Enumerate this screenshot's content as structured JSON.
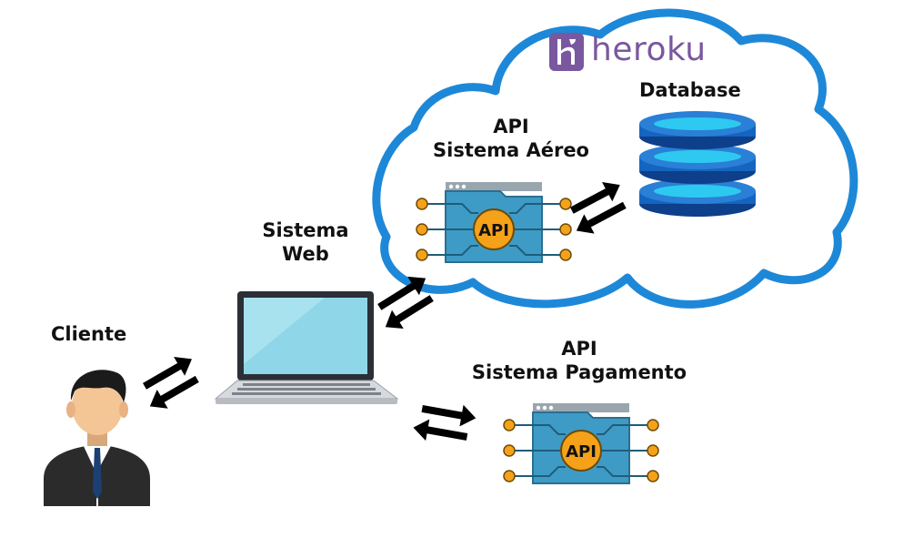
{
  "brand": {
    "name": "heroku",
    "color": "#79589f"
  },
  "labels": {
    "database": "Database",
    "api_aereo_line1": "API",
    "api_aereo_line2": "Sistema Aéreo",
    "sistema_web_line1": "Sistema",
    "sistema_web_line2": "Web",
    "cliente": "Cliente",
    "api_pagamento_line1": "API",
    "api_pagamento_line2": "Sistema Pagamento"
  },
  "api_badge": "API",
  "icons": [
    "heroku-logo-icon",
    "database-icon",
    "api-window-icon",
    "laptop-icon",
    "person-icon",
    "double-arrow-icon"
  ],
  "colors": {
    "cloud_stroke": "#1e88d8",
    "db_blue": "#1565c0",
    "db_cyan": "#2ec9f0",
    "api_teal": "#3e9bc6",
    "api_orange": "#f5a21a",
    "laptop_screen": "#8fd6e8"
  }
}
